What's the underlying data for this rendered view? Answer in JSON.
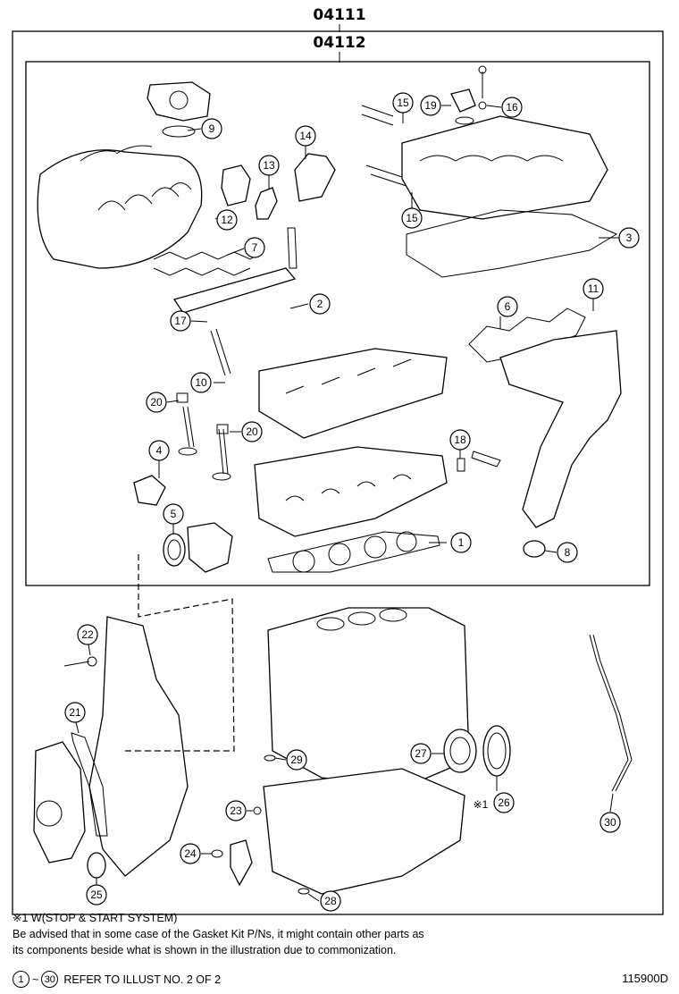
{
  "kits": {
    "outer": "04111",
    "inner": "04112"
  },
  "callouts": [
    "1",
    "2",
    "3",
    "4",
    "5",
    "6",
    "7",
    "8",
    "9",
    "10",
    "11",
    "12",
    "13",
    "14",
    "15",
    "15",
    "16",
    "17",
    "18",
    "19",
    "20",
    "20",
    "21",
    "22",
    "23",
    "24",
    "25",
    "26",
    "27",
    "28",
    "29",
    "30"
  ],
  "notes": {
    "note_w": "※1 W(STOP & START SYSTEM)",
    "advice_line1": "Be advised that in some case of the Gasket Kit P/Ns,  it might contain other parts as",
    "advice_line2": "its components beside what is shown in the illustration due to commonization.",
    "range_start": "1",
    "range_sep": "~",
    "range_end": "30",
    "range_text": "REFER TO ILLUST NO. 2 OF 2",
    "illust_code": "115900D",
    "w_marker": "※1"
  }
}
